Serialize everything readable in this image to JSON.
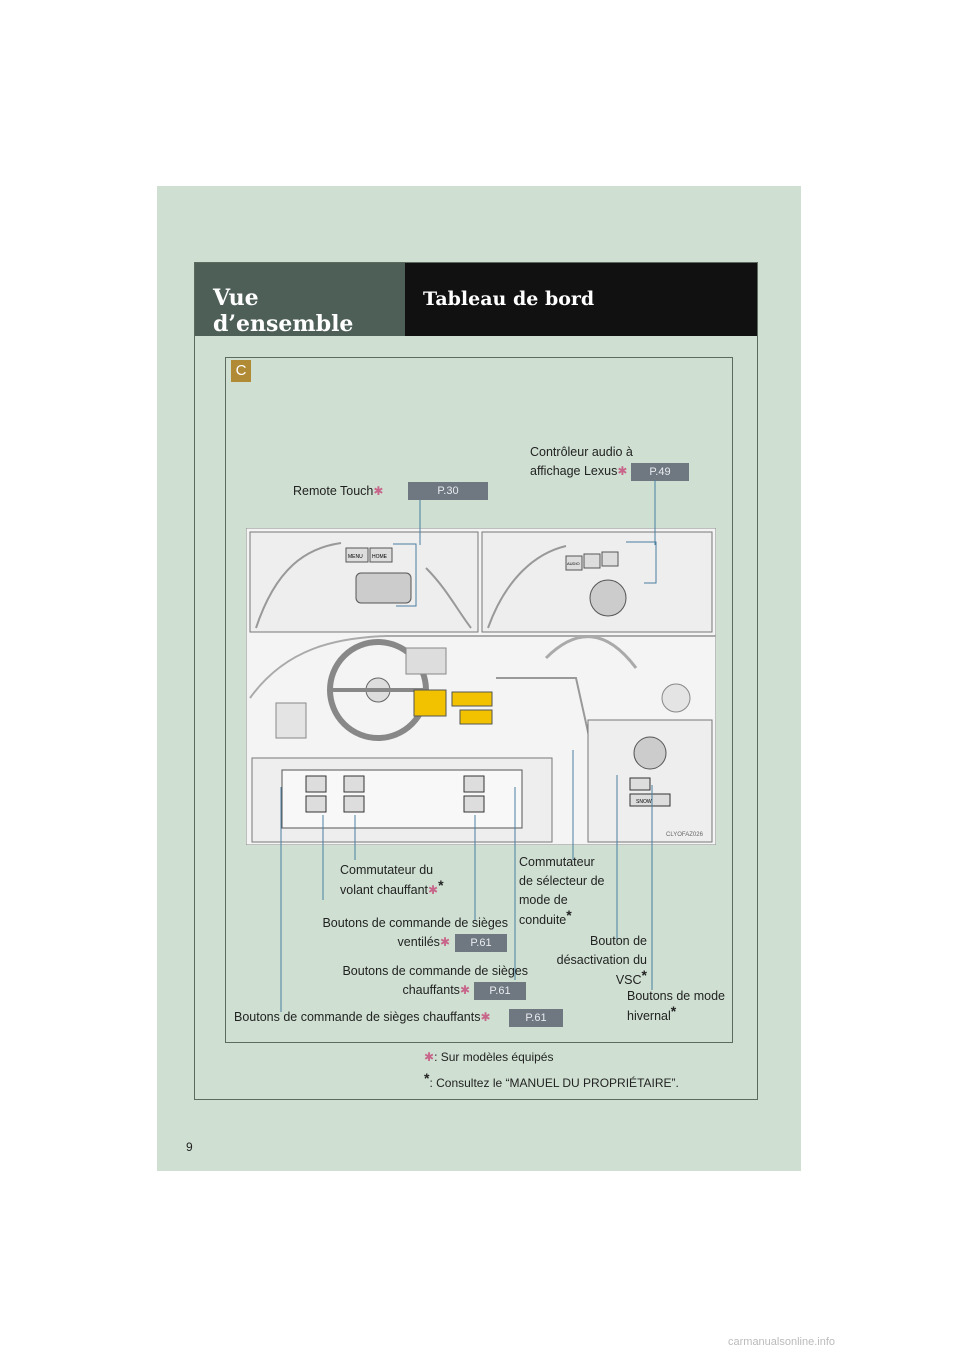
{
  "header": {
    "section": "Vue d’ensemble",
    "title": "Tableau de bord"
  },
  "section_letter": "C",
  "labels": {
    "remote_touch": "Remote Touch",
    "remote_touch_ref": "P.30",
    "audio_line1": "Contrôleur audio à",
    "audio_line2": "affichage Lexus",
    "audio_ref": "P.49",
    "steering_line1": "Commutateur du",
    "steering_line2": "volant chauffant",
    "drive_mode_line1": "Commutateur",
    "drive_mode_line2": "de sélecteur de",
    "drive_mode_line3": "mode de",
    "drive_mode_line4": "conduite",
    "ventilated_line1": "Boutons de commande de sièges",
    "ventilated_line2": "ventilés",
    "ventilated_ref": "P.61",
    "vsc_line1": "Bouton de",
    "vsc_line2": "désactivation du",
    "vsc_line3": "VSC",
    "heated_rear_line1": "Boutons de commande de sièges",
    "heated_rear_line2": "chauffants",
    "heated_rear_ref": "P.61",
    "winter_line1": "Boutons de mode",
    "winter_line2": "hivernal",
    "heated_front": "Boutons de commande de sièges chauffants",
    "heated_front_ref": "P.61",
    "star": "✱",
    "asterisk": "*"
  },
  "illustration_code": "CLYOFAZ026",
  "illus_button_labels": {
    "menu": "MENU",
    "home": "HOME",
    "audio": "AUDIO",
    "snow": "SNOW"
  },
  "footnotes": {
    "equipped": ": Sur modèles équipés",
    "owner_manual": ": Consultez le “MANUEL DU PROPRIÉTAIRE”."
  },
  "page_number": "9",
  "watermark": "carmanualsonline.info",
  "colors": {
    "page_bg": "#cfe0d2",
    "header_left": "#4e5f58",
    "header_right": "#111111",
    "section_tag": "#b08a35",
    "ref_tag": "#6f7781",
    "highlight": "#f2c200",
    "leader": "#4a7fa0"
  }
}
